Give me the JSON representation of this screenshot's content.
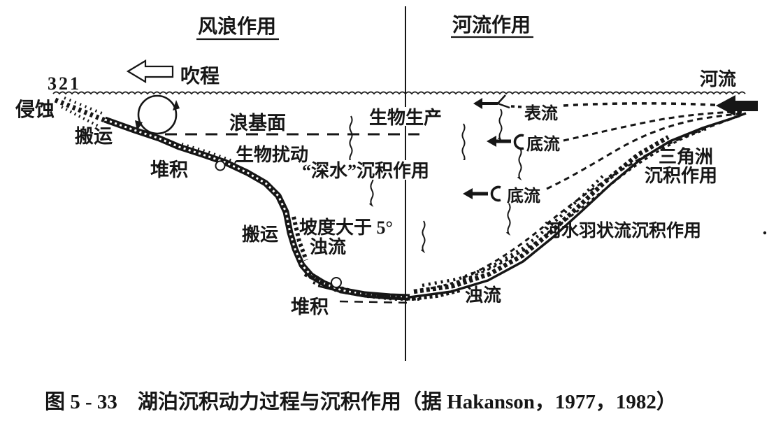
{
  "figure": {
    "left_section_title": "风浪作用",
    "right_section_title": "河流作用",
    "fetch_label": "吹程",
    "shore_numbers": "321",
    "erosion_label": "侵蚀",
    "transport_upper_label": "搬运",
    "wave_base_label": "浪基面",
    "bio_production_label": "生物生产",
    "bioturbation_label": "生物扰动",
    "accumulation_upper_label": "堆积",
    "deepwater_sedimentation_label": "“深水”沉积作用",
    "slope_label": "坡度大于 5°",
    "turbidity_left_label": "浊流",
    "transport_lower_label": "搬运",
    "accumulation_lower_label": "堆积",
    "turbidity_right_label": "浊流",
    "surface_flow_label": "表流",
    "underflow_label_1": "底流",
    "underflow_label_2": "底流",
    "river_label": "河流",
    "delta_label_line1": "三角洲",
    "delta_label_line2": "沉积作用",
    "river_plume_label": "河水羽状流沉积作用",
    "caption": "图 5 - 33　湖泊沉积动力过程与沉积作用（据 Hakanson，1977，1982）"
  },
  "colors": {
    "ink": "#161616",
    "paper": "#ffffff"
  }
}
